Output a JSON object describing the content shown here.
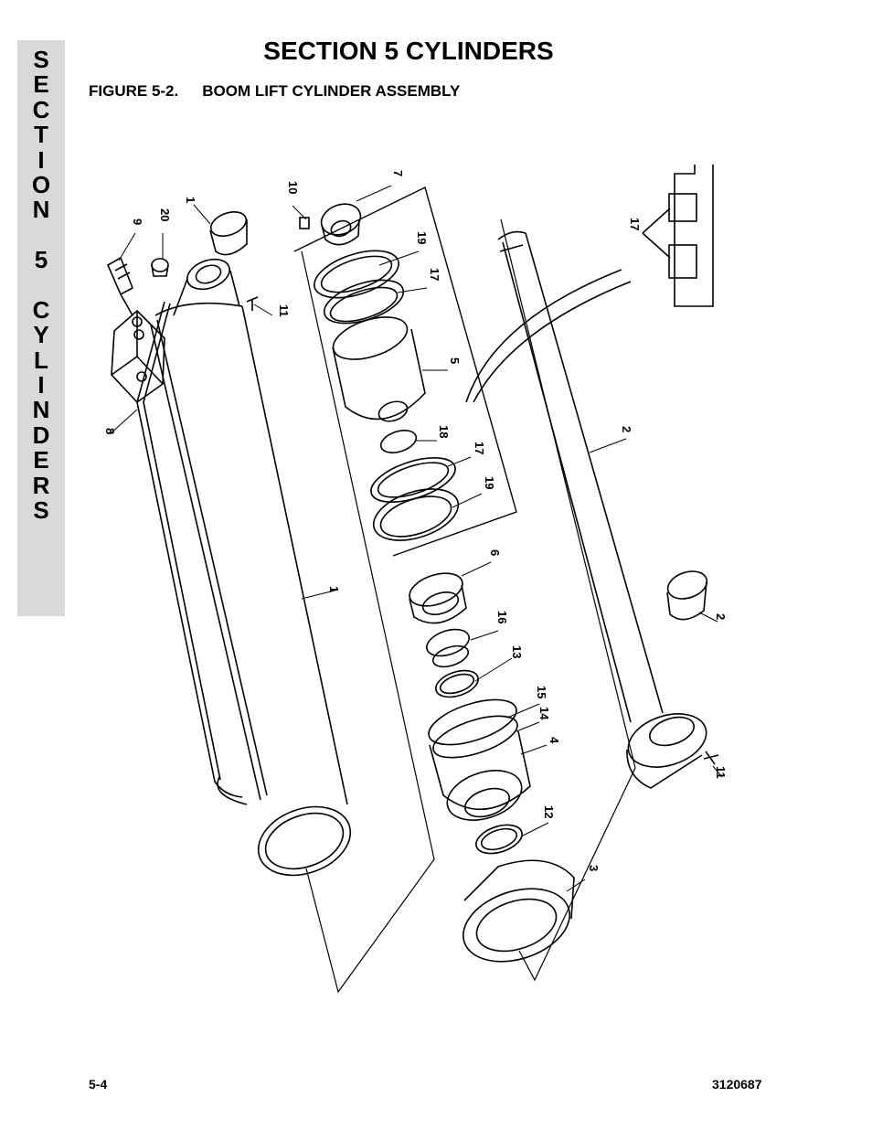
{
  "side_tab": {
    "letters": [
      "S",
      "E",
      "C",
      "T",
      "I",
      "O",
      "N",
      "",
      "5",
      "",
      "C",
      "Y",
      "L",
      "I",
      "N",
      "D",
      "E",
      "R",
      "S"
    ]
  },
  "header": {
    "title": "SECTION 5  CYLINDERS",
    "figure_number": "FIGURE 5-2.",
    "figure_title": "BOOM LIFT CYLINDER ASSEMBLY"
  },
  "callouts": [
    "1",
    "1",
    "2",
    "2",
    "3",
    "4",
    "5",
    "6",
    "7",
    "8",
    "9",
    "10",
    "11",
    "11",
    "12",
    "13",
    "14",
    "15",
    "16",
    "17",
    "17",
    "17",
    "18",
    "19",
    "19",
    "20"
  ],
  "footer": {
    "page_number": "5-4",
    "document_number": "3120687"
  }
}
